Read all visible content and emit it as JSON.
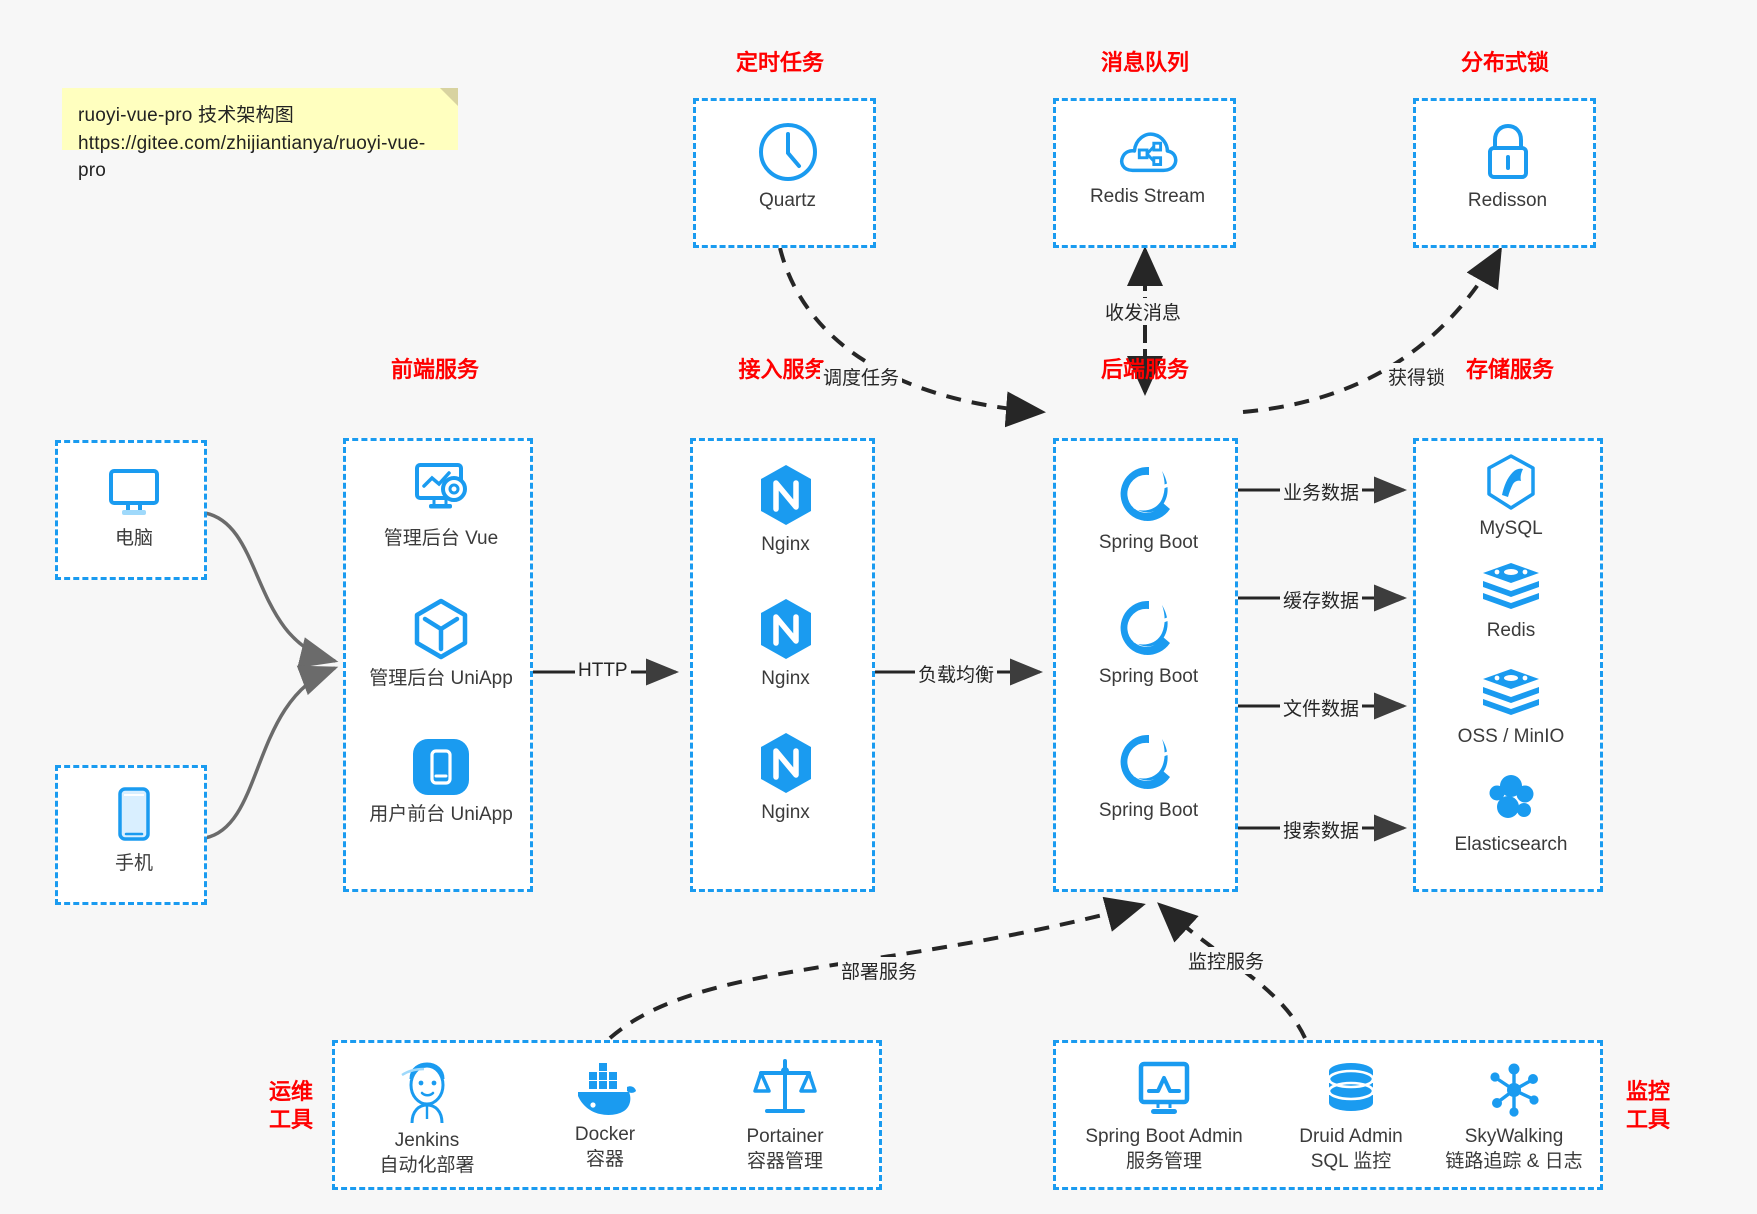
{
  "note": {
    "line1": "ruoyi-vue-pro 技术架构图",
    "line2": "https://gitee.com/zhijiantianya/ruoyi-vue-pro"
  },
  "colors": {
    "accent": "#1a9bf0",
    "title": "#ff0000",
    "text": "#3b3b3b",
    "wire": "#595959",
    "note_bg": "#ffffbf",
    "page_bg": "#f7f7f7"
  },
  "groups": {
    "scheduler": {
      "title": "定时任务",
      "items": [
        {
          "label": "Quartz",
          "icon": "clock-icon"
        }
      ]
    },
    "mq": {
      "title": "消息队列",
      "items": [
        {
          "label": "Redis Stream",
          "icon": "cloud-stream-icon"
        }
      ]
    },
    "lock": {
      "title": "分布式锁",
      "items": [
        {
          "label": "Redisson",
          "icon": "lock-icon"
        }
      ]
    },
    "clients": {
      "items": [
        {
          "label": "电脑",
          "icon": "desktop-icon"
        },
        {
          "label": "手机",
          "icon": "mobile-icon"
        }
      ]
    },
    "frontend": {
      "title": "前端服务",
      "items": [
        {
          "label": "管理后台 Vue",
          "icon": "dashboard-gear-icon"
        },
        {
          "label": "管理后台 UniApp",
          "icon": "cube-icon"
        },
        {
          "label": "用户前台 UniApp",
          "icon": "phone-app-icon"
        }
      ]
    },
    "gateway": {
      "title": "接入服务",
      "items": [
        {
          "label": "Nginx",
          "icon": "nginx-icon"
        },
        {
          "label": "Nginx",
          "icon": "nginx-icon"
        },
        {
          "label": "Nginx",
          "icon": "nginx-icon"
        }
      ]
    },
    "backend": {
      "title": "后端服务",
      "items": [
        {
          "label": "Spring Boot",
          "icon": "spring-boot-icon"
        },
        {
          "label": "Spring Boot",
          "icon": "spring-boot-icon"
        },
        {
          "label": "Spring Boot",
          "icon": "spring-boot-icon"
        }
      ]
    },
    "storage": {
      "title": "存储服务",
      "items": [
        {
          "label": "MySQL",
          "icon": "mysql-icon"
        },
        {
          "label": "Redis",
          "icon": "redis-icon"
        },
        {
          "label": "OSS / MinIO",
          "icon": "oss-icon"
        },
        {
          "label": "Elasticsearch",
          "icon": "elasticsearch-icon"
        }
      ]
    },
    "devops": {
      "title_line1": "运维",
      "title_line2": "工具",
      "items": [
        {
          "label": "Jenkins",
          "sub": "自动化部署",
          "icon": "jenkins-icon"
        },
        {
          "label": "Docker",
          "sub": "容器",
          "icon": "docker-icon"
        },
        {
          "label": "Portainer",
          "sub": "容器管理",
          "icon": "portainer-icon"
        }
      ]
    },
    "monitoring": {
      "title_line1": "监控",
      "title_line2": "工具",
      "items": [
        {
          "label": "Spring Boot Admin",
          "sub": "服务管理",
          "icon": "monitor-chart-icon"
        },
        {
          "label": "Druid Admin",
          "sub": "SQL 监控",
          "icon": "database-icon"
        },
        {
          "label": "SkyWalking",
          "sub": "链路追踪 & 日志",
          "icon": "skywalking-icon"
        }
      ]
    }
  },
  "edges": [
    {
      "id": "http",
      "label": "HTTP"
    },
    {
      "id": "lb",
      "label": "负载均衡"
    },
    {
      "id": "schedule",
      "label": "调度任务"
    },
    {
      "id": "mq-msg",
      "label": "收发消息"
    },
    {
      "id": "get-lock",
      "label": "获得锁"
    },
    {
      "id": "biz-data",
      "label": "业务数据"
    },
    {
      "id": "cache-data",
      "label": "缓存数据"
    },
    {
      "id": "file-data",
      "label": "文件数据"
    },
    {
      "id": "search-data",
      "label": "搜索数据"
    },
    {
      "id": "deploy",
      "label": "部署服务"
    },
    {
      "id": "monitor",
      "label": "监控服务"
    }
  ]
}
